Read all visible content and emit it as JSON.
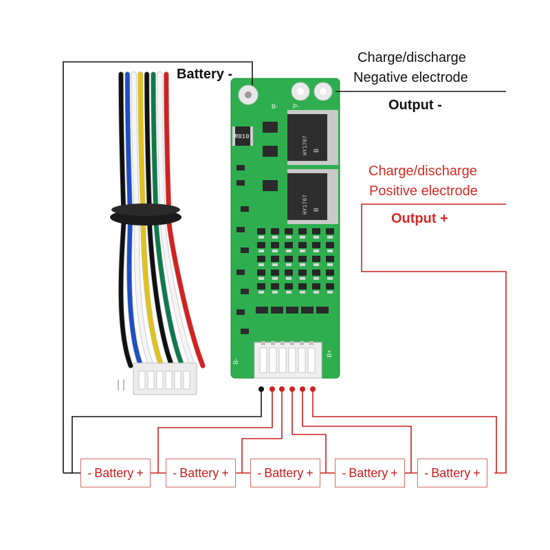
{
  "labels": {
    "battery_neg": "Battery -",
    "charge_neg_line1": "Charge/discharge",
    "charge_neg_line2": "Negative electrode",
    "output_neg": "Output -",
    "charge_pos_line1": "Charge/discharge",
    "charge_pos_line2": "Positive electrode",
    "output_pos": "Output +"
  },
  "board": {
    "pad_b_minus": "B-",
    "pad_p_minus": "P-",
    "pad_b_plus": "B+",
    "resistor": "R010",
    "mosfet_marking": "HY1707",
    "mosfet_b": "B"
  },
  "batteries": [
    {
      "neg": "-",
      "name": "Battery",
      "pos": "+"
    },
    {
      "neg": "-",
      "name": "Battery",
      "pos": "+"
    },
    {
      "neg": "-",
      "name": "Battery",
      "pos": "+"
    },
    {
      "neg": "-",
      "name": "Battery",
      "pos": "+"
    },
    {
      "neg": "-",
      "name": "Battery",
      "pos": "+"
    }
  ],
  "colors": {
    "black_wire": "#111111",
    "red_wire": "#c81e1e",
    "pcb_green": "#2fae4f",
    "label_red": "#d42a23"
  },
  "harness_wire_colors": [
    "#111111",
    "#1f4fc4",
    "#f5f5f5",
    "#e0c21a",
    "#111111",
    "#0e7a4c",
    "#f5f5f5",
    "#d42020"
  ]
}
